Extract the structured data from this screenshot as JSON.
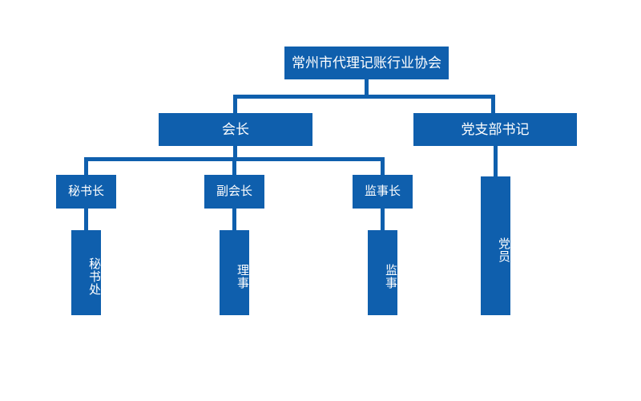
{
  "diagram": {
    "title_text": "常州市代理记账行业协会",
    "type": "organization-chart",
    "colors": {
      "node_fill": "#0F5FAD",
      "node_text": "#FFFFFF",
      "connector": "#0F5FAD",
      "background": "#FFFFFF"
    },
    "nodes": {
      "root": {
        "label": "常州市代理记账行业协会",
        "level": 1
      },
      "president": {
        "label": "会长",
        "level": 2
      },
      "party_secretary": {
        "label": "党支部书记",
        "level": 2
      },
      "secretary_general": {
        "label": "秘书长",
        "level": 3
      },
      "vice_president": {
        "label": "副会长",
        "level": 3
      },
      "chief_supervisor": {
        "label": "监事长",
        "level": 3
      },
      "party_member": {
        "label": "党员",
        "level": 3
      },
      "secretariat": {
        "label": "秘书处",
        "level": 4
      },
      "director": {
        "label": "理事",
        "level": 4
      },
      "supervisor": {
        "label": "监事",
        "level": 4
      }
    }
  }
}
